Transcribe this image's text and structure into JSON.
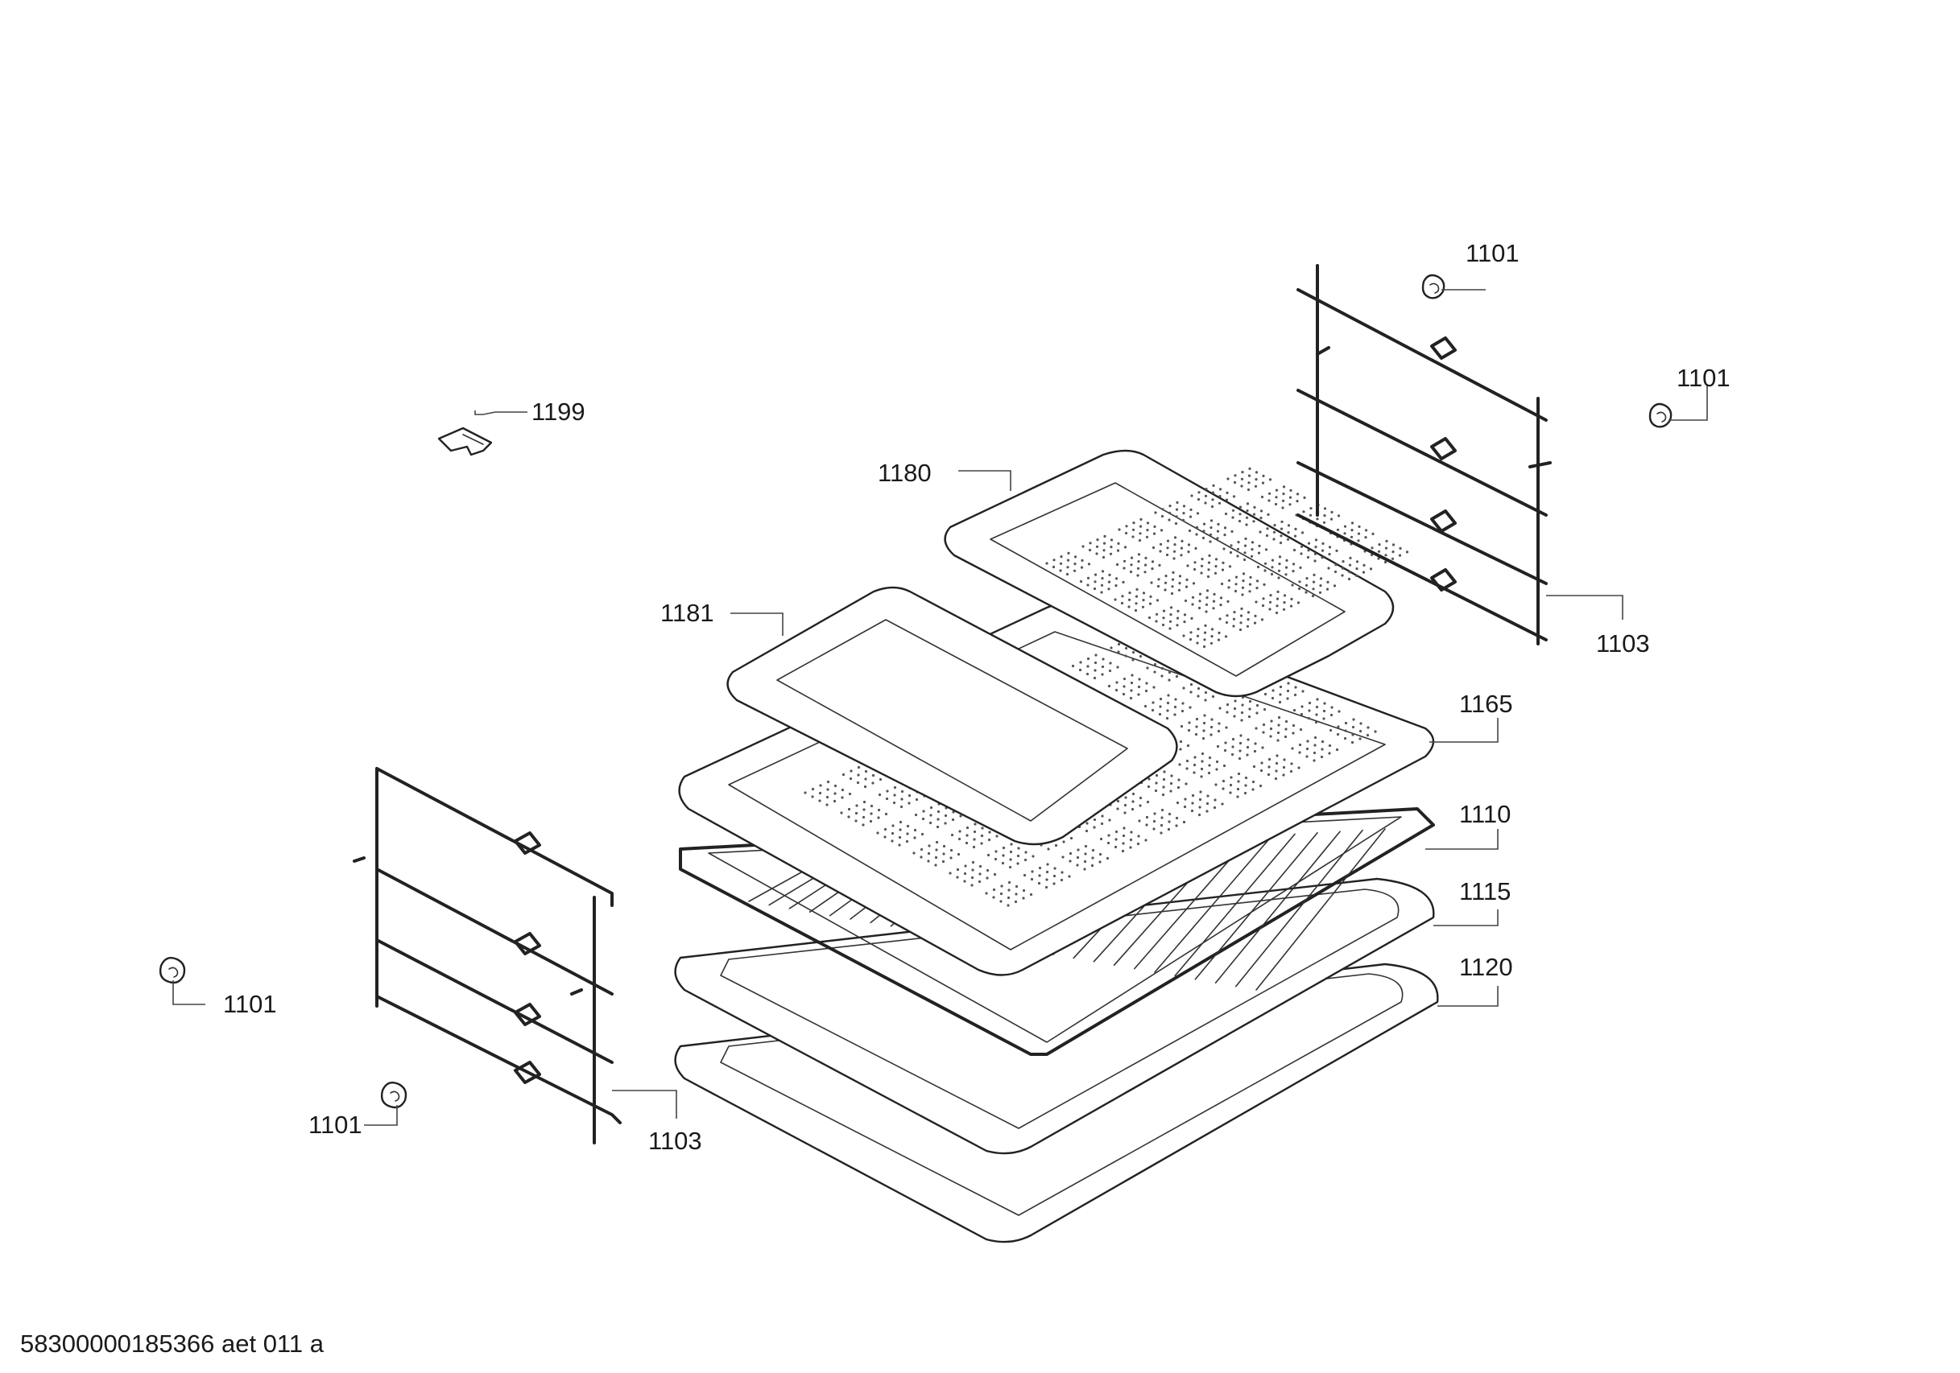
{
  "labels": {
    "clip_top_right": "1101",
    "clip_right": "1101",
    "clip_left": "1101",
    "clip_bottom_left": "1101",
    "rail_right": "1103",
    "rail_left": "1103",
    "bracket": "1199",
    "pan_1180": "1180",
    "pan_1181": "1181",
    "tray_1165": "1165",
    "rack_1110": "1110",
    "tray_1115": "1115",
    "tray_1120": "1120"
  },
  "footer": {
    "document_id": "58300000185366 aet 011 a"
  }
}
